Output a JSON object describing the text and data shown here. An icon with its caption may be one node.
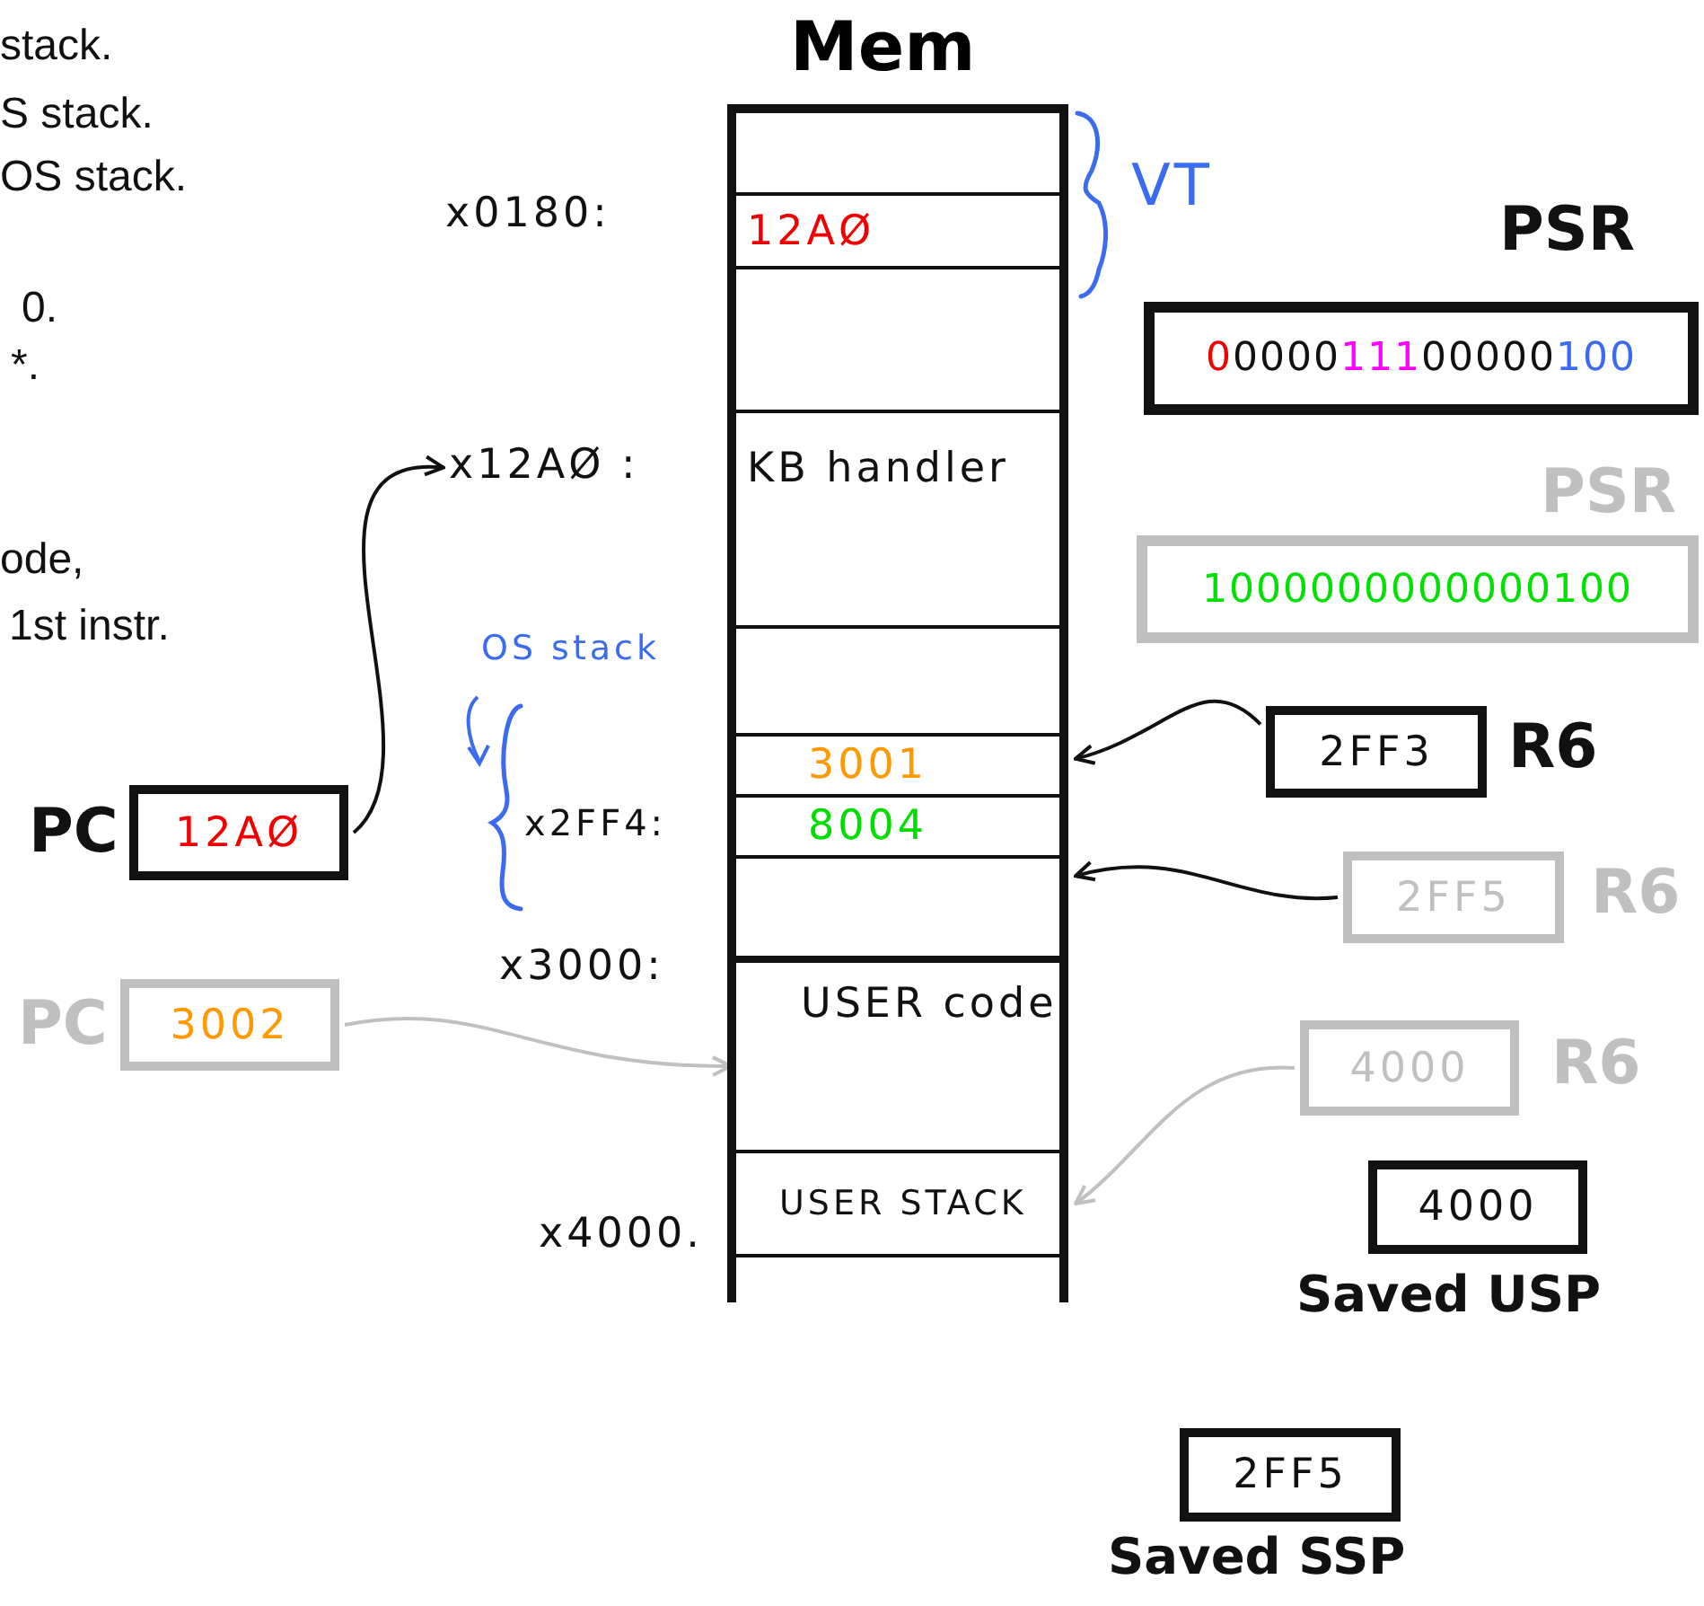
{
  "diagram": {
    "nodes": [
      {
        "text": [
          "Mem"
        ]
      },
      {
        "text": [
          "12AØ"
        ],
        "in": 0
      },
      {
        "text": [
          "KB handler"
        ],
        "in": 0
      },
      {
        "text": [
          "3001"
        ],
        "in": 0
      },
      {
        "text": [
          "8004"
        ],
        "in": 0
      },
      {
        "text": [],
        "shape": "box",
        "in": 0
      },
      {
        "text": [
          "USER code"
        ],
        "in": 0
      },
      {
        "text": [
          "USER STACK"
        ],
        "in": 0
      },
      {
        "text": [
          "x12AØ :"
        ]
      },
      {
        "text": [
          "12AØ"
        ],
        "beside": [
          "PC"
        ]
      },
      {
        "text": [
          "3002"
        ],
        "beside": [
          "PC"
        ]
      },
      {
        "text": [
          "2FF3"
        ],
        "beside": [
          "R6"
        ]
      },
      {
        "text": [
          "2FF5"
        ],
        "beside": [
          "R6"
        ]
      },
      {
        "text": [
          "4000"
        ],
        "beside": [
          "R6"
        ]
      },
      {
        "text": [
          "0000011100000100"
        ],
        "beside": [
          "PSR"
        ]
      },
      {
        "text": [
          "1000000000000100"
        ],
        "beside": [
          "PSR"
        ]
      },
      {
        "text": [
          "4000"
        ],
        "beside": [
          "Saved USP"
        ]
      },
      {
        "text": [
          "2FF5"
        ],
        "beside": [
          "Saved SSP"
        ]
      }
    ],
    "edges": [
      {
        "from": 9,
        "to": 8,
        "arrow": "to"
      },
      {
        "from": 10,
        "to": 6,
        "arrow": "to",
        "color": "#c0c0c0"
      },
      {
        "from": 11,
        "to": 3,
        "arrow": "to"
      },
      {
        "from": 12,
        "to": 5,
        "arrow": "to"
      },
      {
        "from": 13,
        "to": 7,
        "arrow": "to",
        "color": "#c0c0c0"
      }
    ],
    "labels": [
      "stack.",
      "S stack.",
      "OS stack.",
      "VT",
      "x0180:",
      "0.",
      "*.",
      "ode,",
      "1st instr.",
      "OS stack",
      "x2FF4:",
      "x3000:",
      "x4000."
    ]
  }
}
